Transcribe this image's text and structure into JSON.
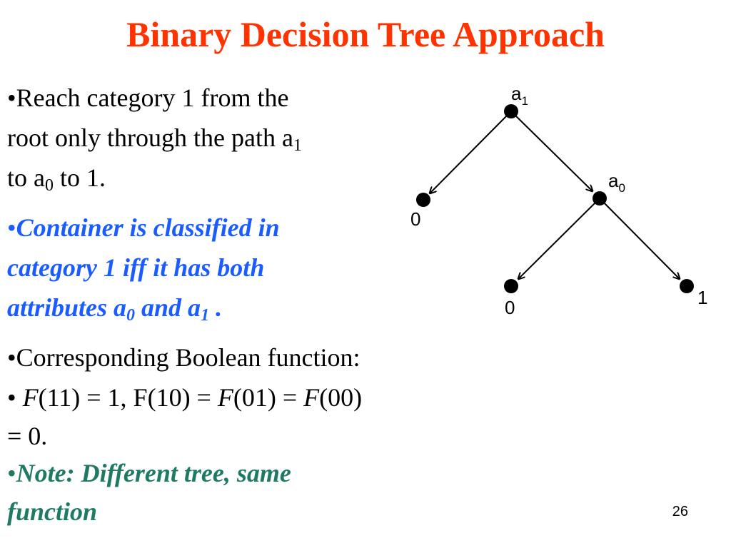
{
  "title": "Binary Decision Tree Approach",
  "bullets": {
    "b1": {
      "line1": "•Reach category 1 from the",
      "line2": "root only through the path a",
      "line2_sub": "1",
      "line3a": "to a",
      "line3_sub": "0",
      "line3b": " to 1."
    },
    "b2": {
      "bullet": "•",
      "line1": "Container is classified in",
      "line2": "category 1 iff it has both",
      "line3a": "attributes a",
      "line3_sub0": "0",
      "line3b": " and a",
      "line3_sub1": "1",
      "line3c": " ."
    },
    "b3": {
      "line1": "•Corresponding  Boolean function:",
      "line2_bullet": "• ",
      "f": "F",
      "line2a": "(11) = 1, F(10) = ",
      "line2b": "(01) = ",
      "line2c": "(00)",
      "line3": "= 0."
    },
    "b4": {
      "bullet": "•",
      "line1": "Note: Different tree, same",
      "line2": "function"
    }
  },
  "tree": {
    "root_label": "a",
    "root_sub": "1",
    "internal_label": "a",
    "internal_sub": "0",
    "leaf_left": "0",
    "leaf_mid": "0",
    "leaf_right": "1"
  },
  "page_number": "26",
  "colors": {
    "title": "#ff3300",
    "emphasis": "#1a5cff",
    "note": "#1f7a63"
  }
}
